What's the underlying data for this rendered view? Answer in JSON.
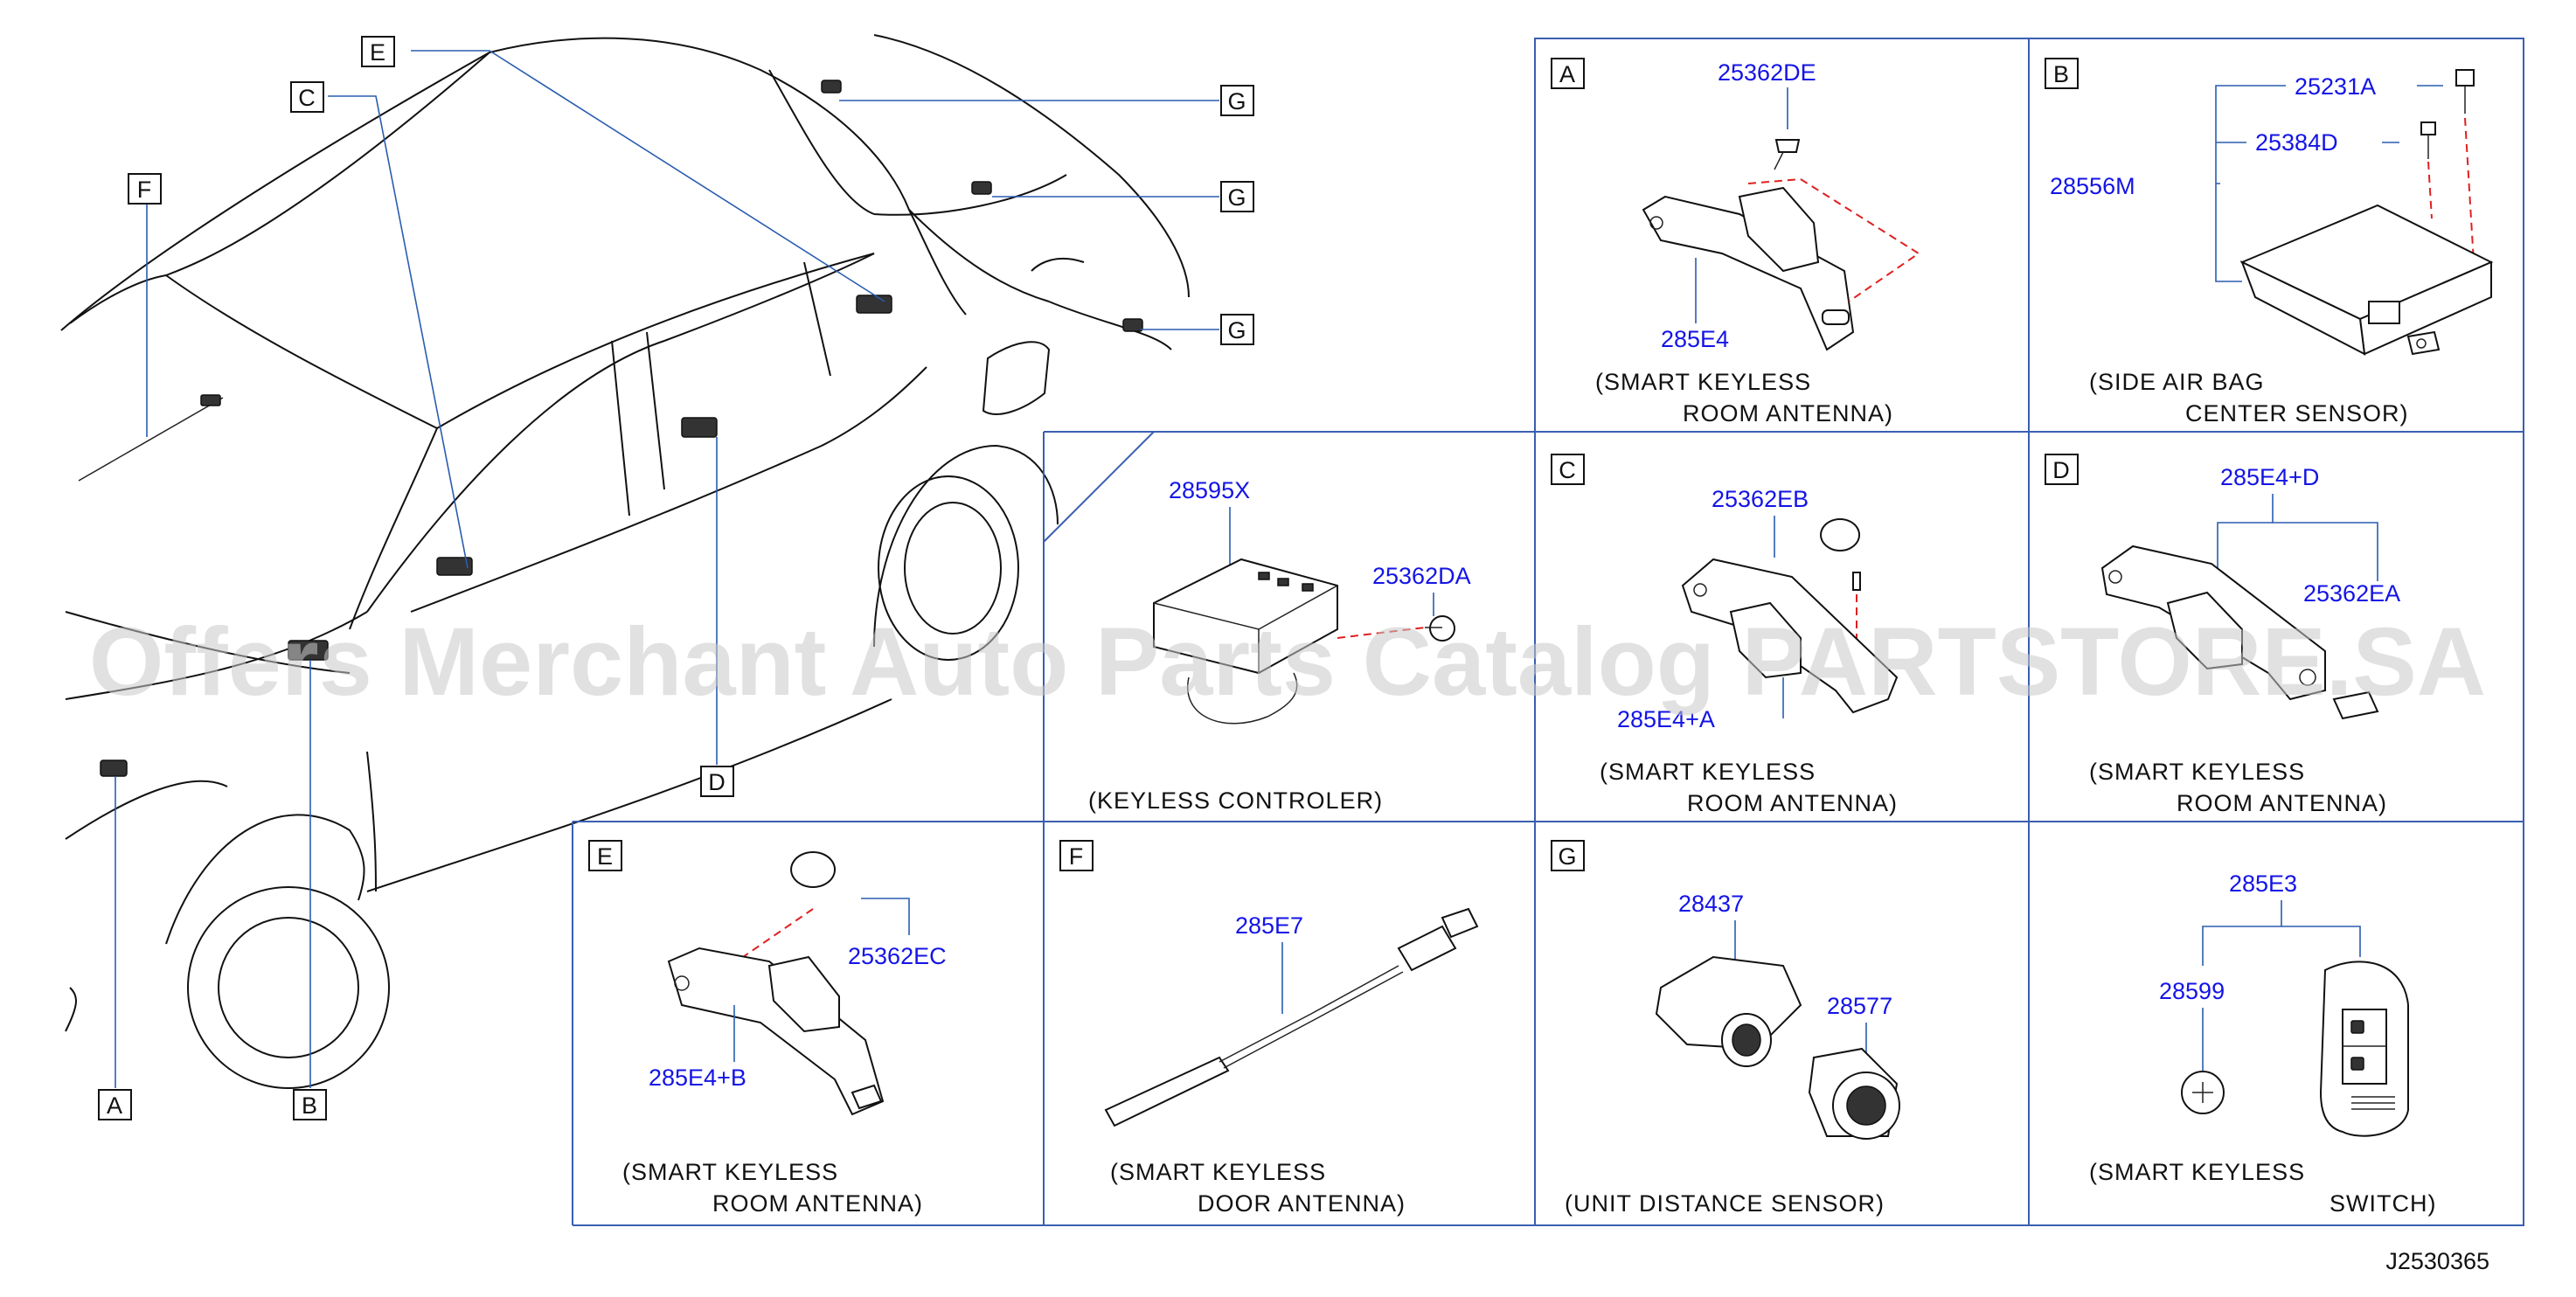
{
  "watermark": "Offers Merchant Auto Parts Catalog PARTSTORE.SA",
  "diagram_id": "J2530365",
  "overview_callouts": [
    "E",
    "C",
    "F",
    "G",
    "G",
    "G",
    "D",
    "A",
    "B"
  ],
  "panels": {
    "A": {
      "letter": "A",
      "parts": [
        "25362DE",
        "285E4"
      ],
      "caption1": "(SMART   KEYLESS",
      "caption2": "ROOM   ANTENNA)"
    },
    "B": {
      "letter": "B",
      "parts": [
        "25231A",
        "25384D",
        "28556M"
      ],
      "caption1": "(SIDE   AIR   BAG",
      "caption2": "CENTER   SENSOR)"
    },
    "keyless": {
      "parts": [
        "28595X",
        "25362DA"
      ],
      "caption": "(KEYLESS   CONTROLER)"
    },
    "C": {
      "letter": "C",
      "parts": [
        "25362EB",
        "285E4+A"
      ],
      "caption1": "(SMART   KEYLESS",
      "caption2": "ROOM   ANTENNA)"
    },
    "D": {
      "letter": "D",
      "parts": [
        "285E4+D",
        "25362EA"
      ],
      "caption1": "(SMART   KEYLESS",
      "caption2": "ROOM   ANTENNA)"
    },
    "E": {
      "letter": "E",
      "parts": [
        "25362EC",
        "285E4+B"
      ],
      "caption1": "(SMART   KEYLESS",
      "caption2": "ROOM   ANTENNA)"
    },
    "F": {
      "letter": "F",
      "parts": [
        "285E7"
      ],
      "caption1": "(SMART   KEYLESS",
      "caption2": "DOOR   ANTENNA)"
    },
    "G": {
      "letter": "G",
      "parts": [
        "28437",
        "28577"
      ],
      "caption": "(UNIT   DISTANCE   SENSOR)"
    },
    "switch": {
      "parts": [
        "285E3",
        "28599"
      ],
      "caption1": "(SMART   KEYLESS",
      "caption2": "SWITCH)"
    }
  }
}
